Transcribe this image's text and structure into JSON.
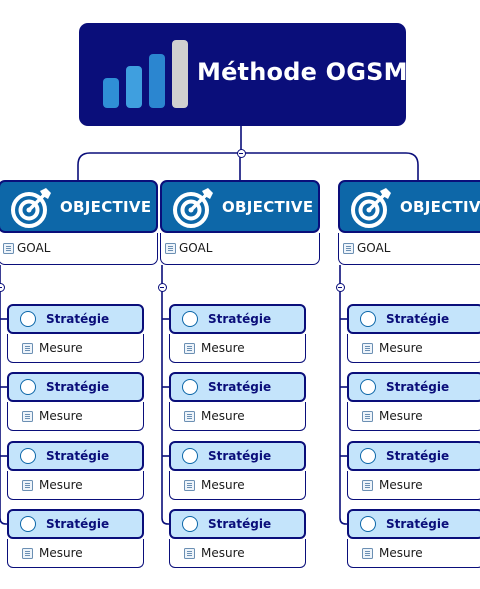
{
  "root": {
    "title": "Méthode OGSM",
    "bar_colors": [
      "#2f8fd6",
      "#3f9fdf",
      "#2b86d0",
      "#d0d0d0"
    ]
  },
  "colors": {
    "navy": "#0a0e7a",
    "objective_blue": "#0d67a8",
    "strategy_fill": "#c4e4fb"
  },
  "icons": {
    "objective": "target-arrow-icon",
    "goal": "list-icon",
    "strategy": "circle-icon",
    "measure": "list-icon",
    "toggle": "collapse-minus-icon"
  },
  "objectives": [
    {
      "label": "OBJECTIVE",
      "goal": "GOAL",
      "strategies": [
        {
          "label": "Stratégie",
          "measure": "Mesure"
        },
        {
          "label": "Stratégie",
          "measure": "Mesure"
        },
        {
          "label": "Stratégie",
          "measure": "Mesure"
        },
        {
          "label": "Stratégie",
          "measure": "Mesure"
        }
      ]
    },
    {
      "label": "OBJECTIVE",
      "goal": "GOAL",
      "strategies": [
        {
          "label": "Stratégie",
          "measure": "Mesure"
        },
        {
          "label": "Stratégie",
          "measure": "Mesure"
        },
        {
          "label": "Stratégie",
          "measure": "Mesure"
        },
        {
          "label": "Stratégie",
          "measure": "Mesure"
        }
      ]
    },
    {
      "label": "OBJECTIVE",
      "goal": "GOAL",
      "strategies": [
        {
          "label": "Stratégie",
          "measure": "Mesure"
        },
        {
          "label": "Stratégie",
          "measure": "Mesure"
        },
        {
          "label": "Stratégie",
          "measure": "Mesure"
        },
        {
          "label": "Stratégie",
          "measure": "Mesure"
        }
      ]
    }
  ]
}
